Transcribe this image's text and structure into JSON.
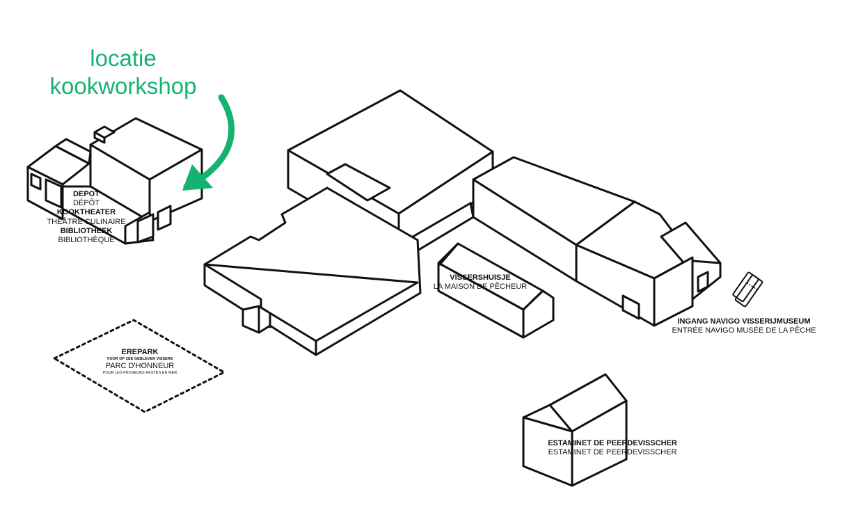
{
  "colors": {
    "accent": "#14b374",
    "ink": "#111111",
    "background": "#ffffff"
  },
  "callout": {
    "line1": "locatie",
    "line2": "kookworkshop",
    "arrow": "curved-arrow-icon"
  },
  "depot": {
    "nl1": "DEPOT",
    "fr1": "DÉPÔT",
    "nl2": "KOOKTHEATER",
    "fr2": "THÉÂTRE CULINAIRE",
    "nl3": "BIBLIOTHEEK",
    "fr3": "BIBLIOTHÈQUE"
  },
  "vissershuisje": {
    "nl": "VISSERSHUISJE",
    "fr": "LA MAISON DE PÊCHEUR"
  },
  "ingang": {
    "nl": "INGANG NAVIGO VISSERIJMUSEUM",
    "fr": "ENTRÉE NAVIGO MUSÉE DE LA PÊCHE",
    "icon": "ticket-icon"
  },
  "erepark": {
    "nl": "EREPARK",
    "nl_sub": "VOOR OP ZEE GEBLEVEN VISSERS",
    "fr": "PARC D'HONNEUR",
    "fr_sub": "POUR LES PÊCHEURS RESTÉS EN MER"
  },
  "estaminet": {
    "nl": "ESTAMINET DE PEERDEVISSCHER",
    "fr": "ESTAMINET DE PEERDEVISSCHER"
  }
}
